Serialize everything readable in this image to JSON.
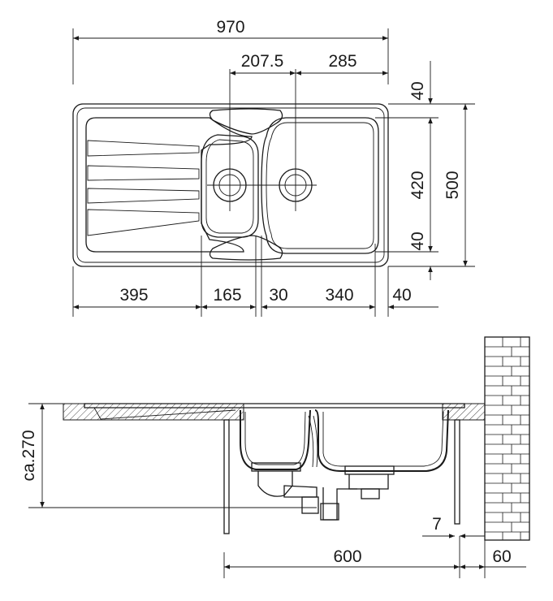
{
  "top_view": {
    "overall_width": "970",
    "drain_spacing": "207.5",
    "right_offset": "285",
    "edge_top": "40",
    "bowl_depth": "420",
    "overall_depth": "500",
    "edge_bottom": "40",
    "drainer_width": "395",
    "small_bowl_width": "165",
    "bowl_gap": "30",
    "large_bowl_width": "340",
    "edge_right": "40"
  },
  "side_view": {
    "depth": "ca.270",
    "wall_gap": "7",
    "cabinet_width": "600",
    "wall_offset": "60"
  }
}
